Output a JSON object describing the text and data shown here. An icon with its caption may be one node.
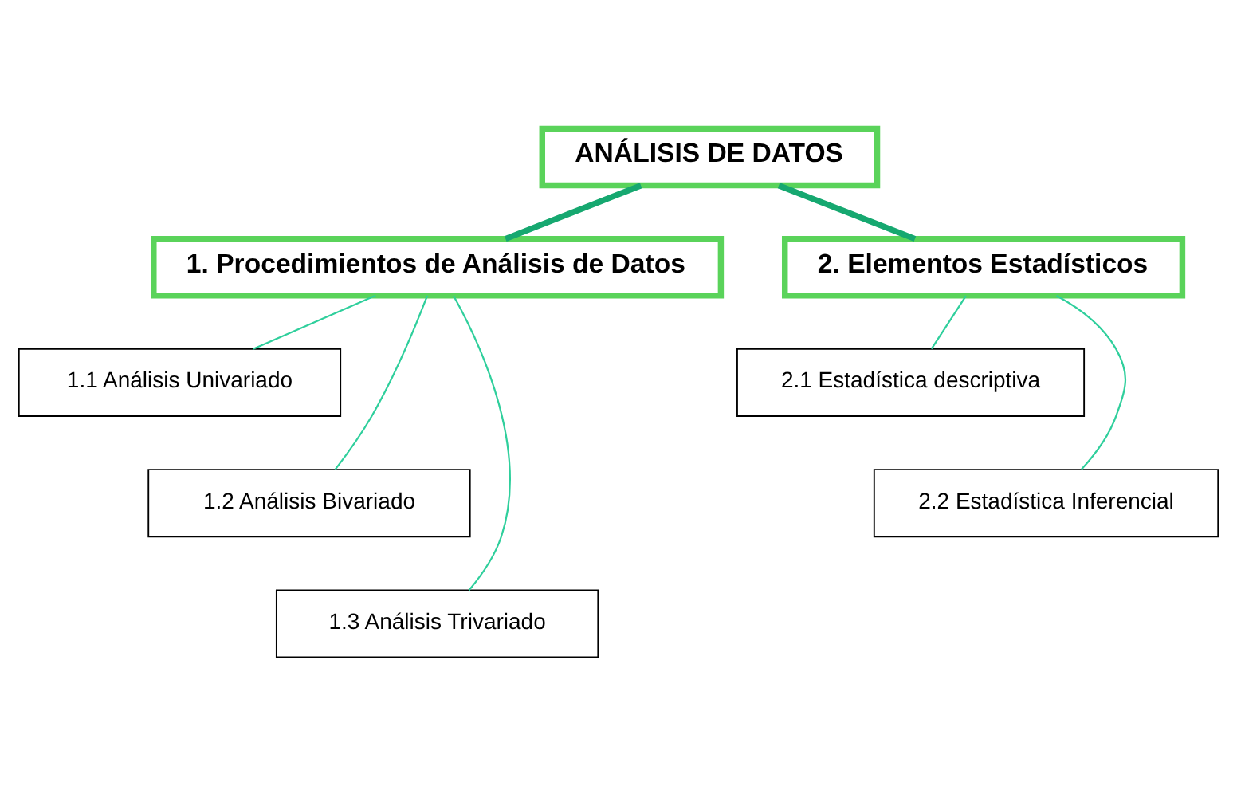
{
  "diagram": {
    "nodes": [
      {
        "text": [
          "ANÁLISIS DE DATOS"
        ]
      },
      {
        "text": [
          "1. Procedimientos de Análisis de Datos"
        ]
      },
      {
        "text": [
          "2. Elementos Estadísticos"
        ]
      },
      {
        "text": [
          "1.1 Análisis Univariado"
        ]
      },
      {
        "text": [
          "1.2 Análisis Bivariado"
        ]
      },
      {
        "text": [
          "1.3 Análisis Trivariado"
        ]
      },
      {
        "text": [
          "2.1 Estadística descriptiva"
        ]
      },
      {
        "text": [
          "2.2 Estadística Inferencial"
        ]
      }
    ],
    "edges": [
      {
        "from": 0,
        "to": 1,
        "arrow": "none",
        "style": "thick",
        "color": "#16a870"
      },
      {
        "from": 0,
        "to": 2,
        "arrow": "none",
        "style": "thick",
        "color": "#16a870"
      },
      {
        "from": 1,
        "to": 3,
        "arrow": "none"
      },
      {
        "from": 1,
        "to": 4,
        "arrow": "none"
      },
      {
        "from": 1,
        "to": 5,
        "arrow": "none"
      },
      {
        "from": 2,
        "to": 6,
        "arrow": "none"
      },
      {
        "from": 2,
        "to": 7,
        "arrow": "none"
      }
    ]
  }
}
